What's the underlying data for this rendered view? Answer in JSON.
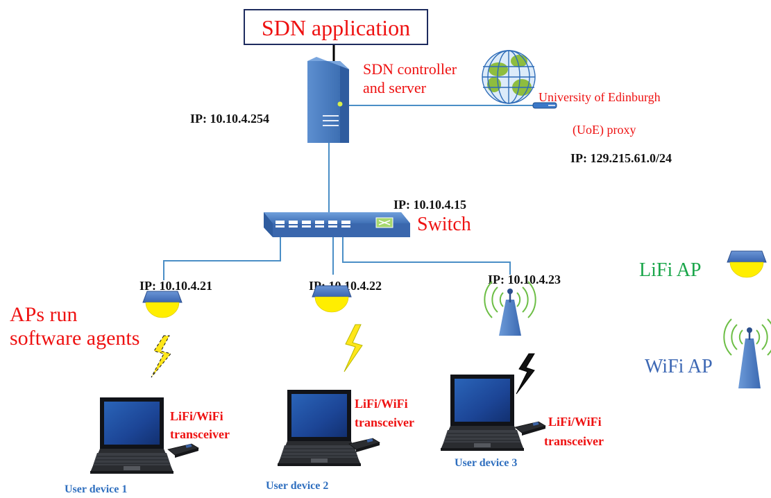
{
  "app_box": {
    "label": "SDN application"
  },
  "controller": {
    "label_line1": "SDN controller",
    "label_line2": "and server",
    "ip": "IP: 10.10.4.254"
  },
  "proxy": {
    "label_line1": "University of Edinburgh",
    "label_line2": "(UoE)  proxy",
    "ip": "IP: 129.215.61.0/24"
  },
  "switch": {
    "label": "Switch",
    "ip": "IP: 10.10.4.15"
  },
  "access_points": [
    {
      "ip": "IP: 10.10.4.21",
      "type": "LiFi"
    },
    {
      "ip": "IP: 10.10.4.22",
      "type": "LiFi"
    },
    {
      "ip": "IP: 10.10.4.23",
      "type": "WiFi"
    }
  ],
  "agents_note": {
    "line1": "APs run",
    "line2": "software agents"
  },
  "transceiver": {
    "line1": "LiFi/WiFi",
    "line2": "transceiver"
  },
  "devices": [
    {
      "label": "User device 1"
    },
    {
      "label": "User device 2"
    },
    {
      "label": "User device 3"
    }
  ],
  "legend": {
    "lifi": "LiFi AP",
    "wifi": "WiFi AP"
  },
  "colors": {
    "red_text": "#ee1111",
    "link_blue": "#4a8ec6",
    "lifi_body": "#4472c4",
    "lifi_light": "#ffee00",
    "wifi_green": "#6cbe45"
  }
}
